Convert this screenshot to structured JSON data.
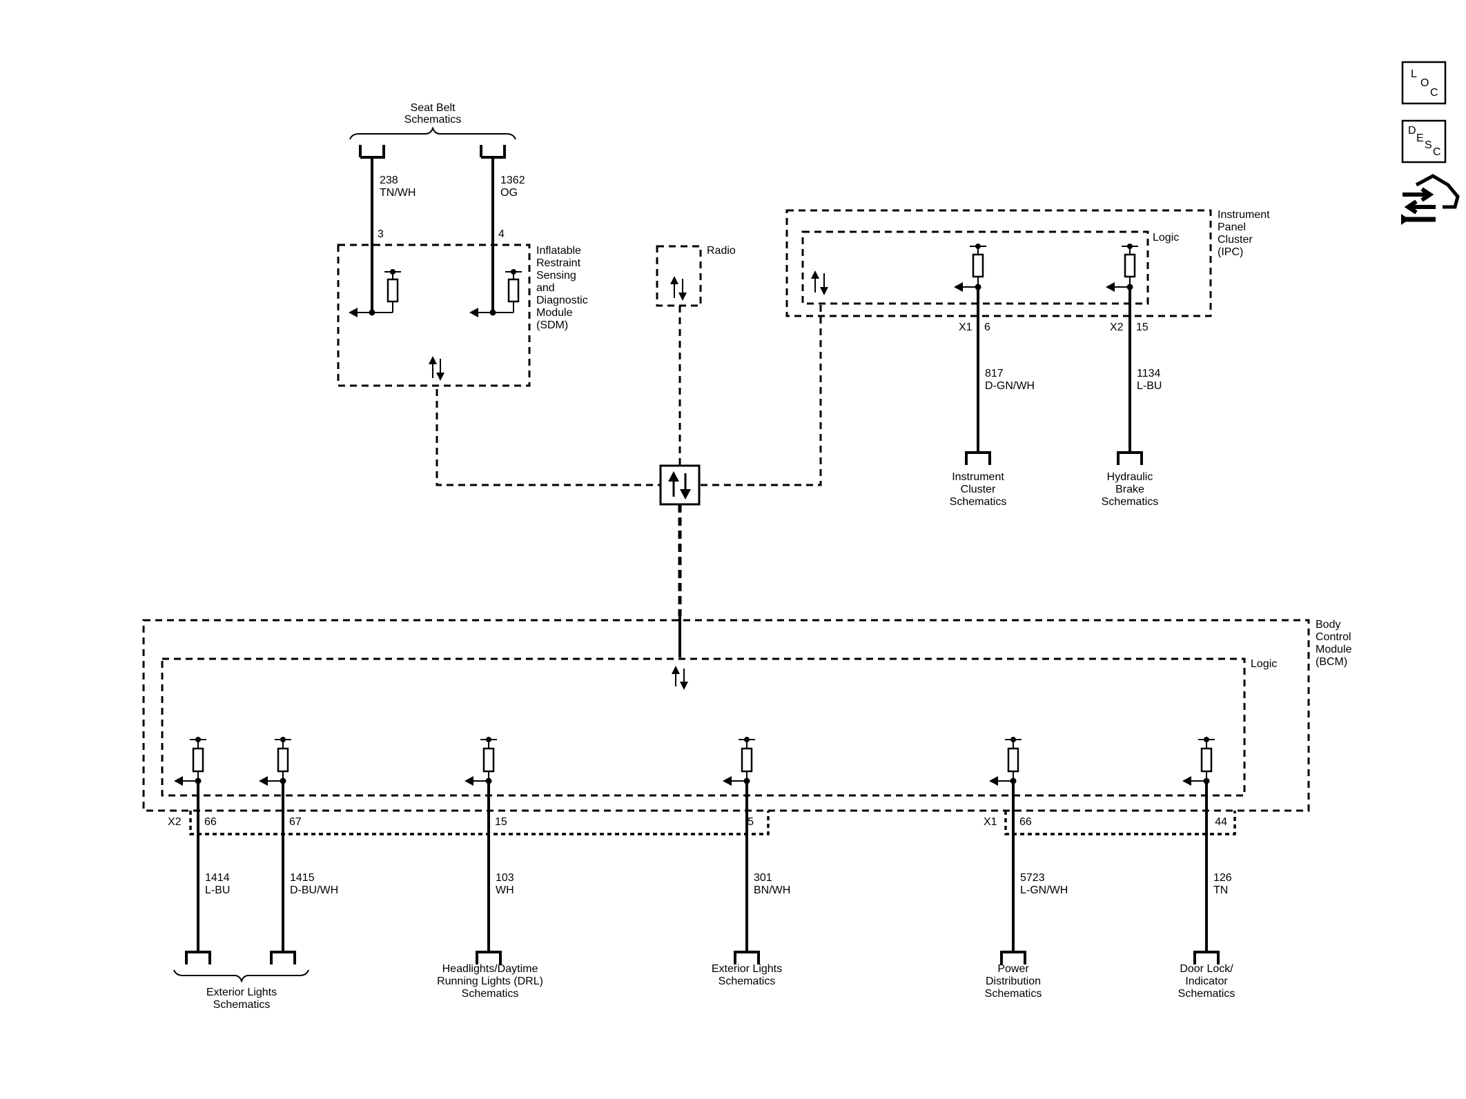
{
  "icons": {
    "loc": {
      "top": "L",
      "mid": "O",
      "bot": "C"
    },
    "desc": {
      "top": "D",
      "mid": "E",
      "s": "S",
      "bot": "C"
    }
  },
  "top_labels": {
    "seat_belt": [
      "Seat Belt",
      "Schematics"
    ],
    "sdm": [
      "Inflatable",
      "Restraint",
      "Sensing",
      "and",
      "Diagnostic",
      "Module",
      "(SDM)"
    ],
    "radio": "Radio",
    "ipc": [
      "Instrument",
      "Panel",
      "Cluster",
      "(IPC)"
    ],
    "ipc_logic": "Logic"
  },
  "sdm_wires": [
    {
      "circuit": "238",
      "color": "TN/WH",
      "pin": "3"
    },
    {
      "circuit": "1362",
      "color": "OG",
      "pin": "4"
    }
  ],
  "ipc_wires": [
    {
      "connector": "X1",
      "pin": "6",
      "circuit": "817",
      "color": "D-GN/WH",
      "dest": [
        "Instrument",
        "Cluster",
        "Schematics"
      ]
    },
    {
      "connector": "X2",
      "pin": "15",
      "circuit": "1134",
      "color": "L-BU",
      "dest": [
        "Hydraulic",
        "Brake",
        "Schematics"
      ]
    }
  ],
  "bcm": {
    "label": [
      "Body",
      "Control",
      "Module",
      "(BCM)"
    ],
    "logic": "Logic",
    "connectors": [
      "X2",
      "X1"
    ],
    "wires": [
      {
        "pin": "66",
        "circuit": "1414",
        "color": "L-BU"
      },
      {
        "pin": "67",
        "circuit": "1415",
        "color": "D-BU/WH"
      },
      {
        "pin": "15",
        "circuit": "103",
        "color": "WH"
      },
      {
        "pin": "5",
        "circuit": "301",
        "color": "BN/WH"
      },
      {
        "pin": "66",
        "circuit": "5723",
        "color": "L-GN/WH"
      },
      {
        "pin": "44",
        "circuit": "126",
        "color": "TN"
      }
    ],
    "destinations": [
      [
        "Exterior Lights",
        "Schematics"
      ],
      [
        "Headlights/Daytime",
        "Running Lights (DRL)",
        "Schematics"
      ],
      [
        "Exterior Lights",
        "Schematics"
      ],
      [
        "Power",
        "Distribution",
        "Schematics"
      ],
      [
        "Door Lock/",
        "Indicator",
        "Schematics"
      ]
    ]
  }
}
